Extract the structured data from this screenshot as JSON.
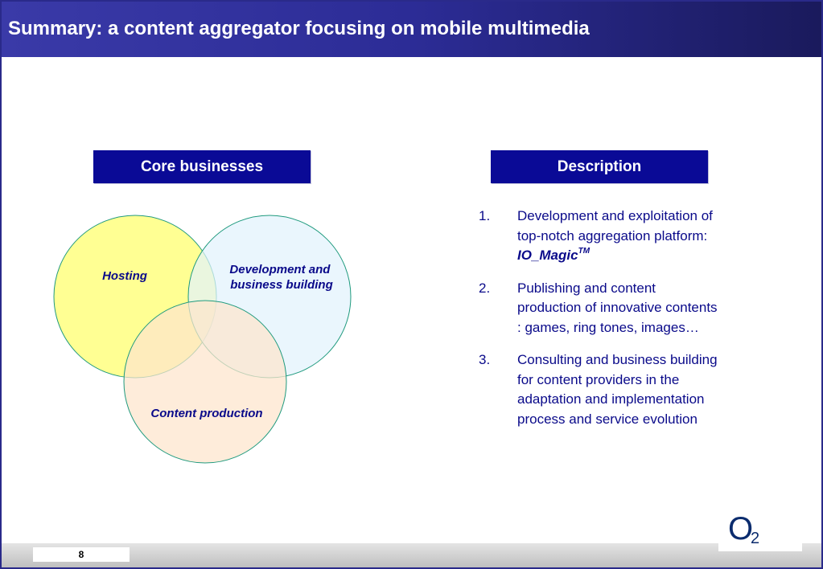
{
  "header": {
    "title": "Summary: a content aggregator focusing on mobile multimedia"
  },
  "left_column": {
    "header": "Core businesses",
    "venn": {
      "circles": [
        {
          "label": "Hosting",
          "color": "#ffff80"
        },
        {
          "label_lines": [
            "Development and",
            "business building"
          ],
          "color": "#e2f2fc"
        },
        {
          "label": "Content production",
          "color": "#fde4cc"
        }
      ],
      "outline_color": "#1f9a7e",
      "label_color": "#0a0a8a"
    }
  },
  "right_column": {
    "header": "Description",
    "items": [
      {
        "num": "1.",
        "text": "Development and exploitation of top-notch aggregation platform: ",
        "brand": "IO_Magic",
        "brand_sup": "TM"
      },
      {
        "num": "2.",
        "text": "Publishing and content production of innovative contents : games, ring tones, images…"
      },
      {
        "num": "3.",
        "text": "Consulting and business building for content providers in the adaptation and implementation process and service evolution"
      }
    ]
  },
  "footer": {
    "page_number": "8",
    "logo": {
      "letter": "O",
      "subscript": "2"
    }
  },
  "colors": {
    "header_bar": "#2c2c96",
    "column_header": "#0a0a96",
    "body_text": "#0a0a8a"
  }
}
